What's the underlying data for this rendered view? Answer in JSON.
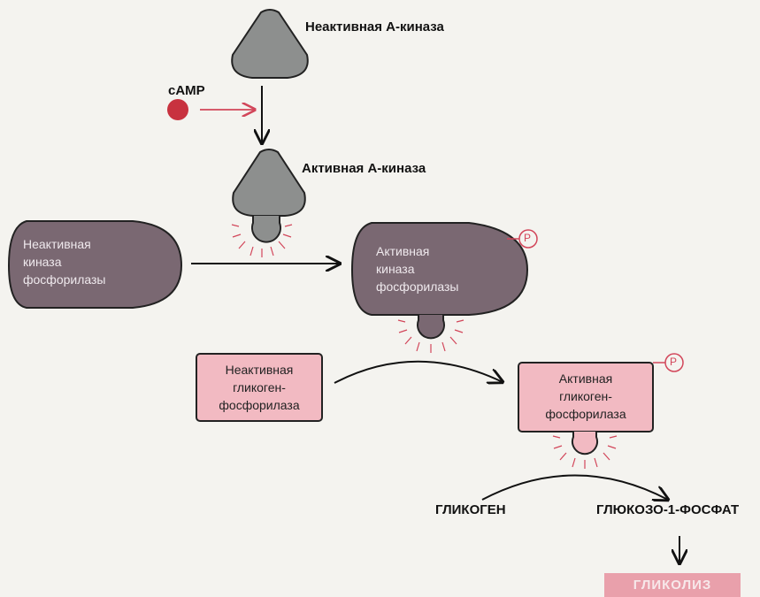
{
  "labels": {
    "inactive_a_kinase": "Неактивная А-киназа",
    "active_a_kinase": "Активная А-киназа",
    "camp": "cAMP",
    "inactive_phk_kinase_lines": [
      "Неактивная",
      "киназа",
      "фосфорилазы"
    ],
    "active_phk_kinase_lines": [
      "Активная",
      "киназа",
      "фосфорилазы"
    ],
    "inactive_gp_lines": [
      "Неактивная",
      "гликоген-",
      "фосфорилаза"
    ],
    "active_gp_lines": [
      "Активная",
      "гликоген-",
      "фосфорилаза"
    ],
    "phosphate": "P",
    "glycogen": "ГЛИКОГЕН",
    "g1p": "ГЛЮКОЗО-1-ФОСФАТ",
    "glycolysis": "ГЛИКОЛИЗ"
  },
  "colors": {
    "kinase_a": "#8d8f8e",
    "phk_kinase": "#7a6872",
    "gp_box": "#f2bac2",
    "camp_dot": "#c8323f",
    "accent_red": "#d2465a",
    "arrow": "#111111"
  }
}
